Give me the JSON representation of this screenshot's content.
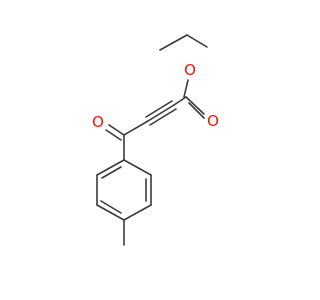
{
  "molecule": {
    "atoms": {
      "ester_ether_oxygen": {
        "symbol": "O",
        "color": "#e8180c"
      },
      "ester_carbonyl_oxygen": {
        "symbol": "O",
        "color": "#e8180c"
      },
      "ketone_oxygen": {
        "symbol": "O",
        "color": "#e8180c"
      }
    },
    "bond_color": "#3a3a3a"
  }
}
